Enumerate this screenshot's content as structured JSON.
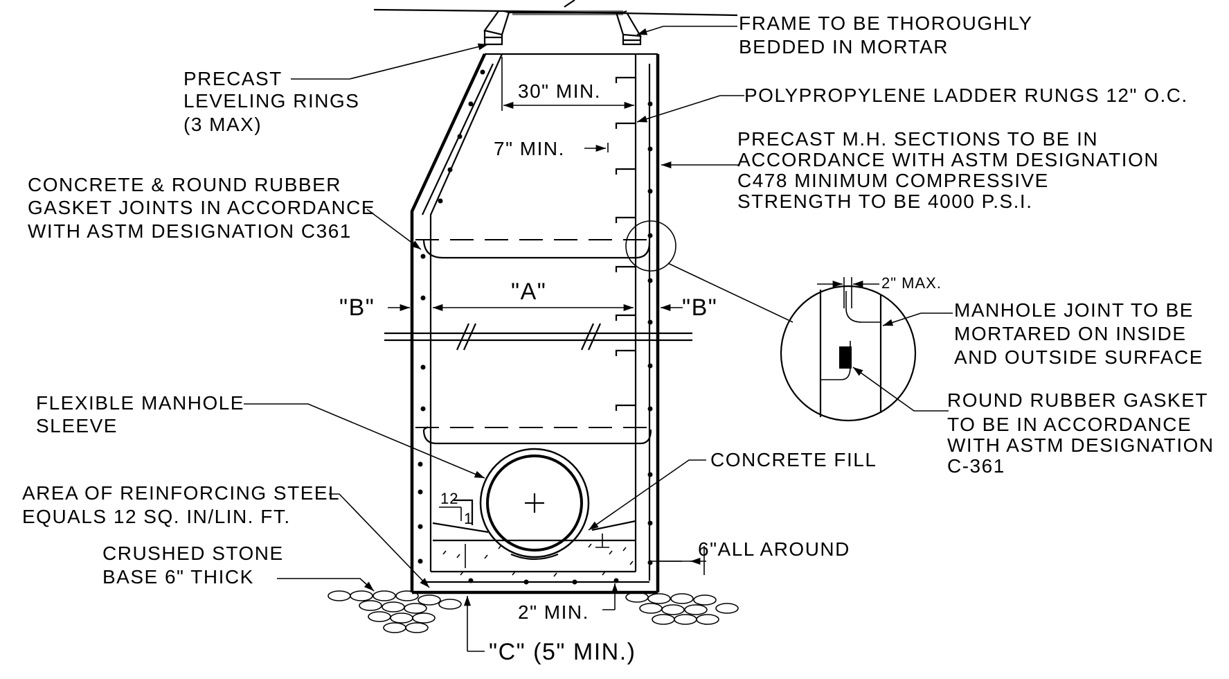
{
  "colors": {
    "line": "#000000",
    "background": "#ffffff"
  },
  "callouts": {
    "frame_line1": "FRAME TO BE THOROUGHLY",
    "frame_line2": "BEDDED IN MORTAR",
    "rings_line1": "PRECAST",
    "rings_line2": "LEVELING RINGS",
    "rings_line3": "(3 MAX)",
    "rungs": "POLYPROPYLENE LADDER RUNGS 12\" O.C.",
    "sections_line1": "PRECAST M.H. SECTIONS TO BE IN",
    "sections_line2": "ACCORDANCE WITH ASTM DESIGNATION",
    "sections_line3": "C478 MINIMUM COMPRESSIVE",
    "sections_line4": "STRENGTH TO BE 4000 P.S.I.",
    "joints_line1": "CONCRETE & ROUND RUBBER",
    "joints_line2": "GASKET JOINTS IN ACCORDANCE",
    "joints_line3": "WITH ASTM DESIGNATION C361",
    "sleeve_line1": "FLEXIBLE MANHOLE",
    "sleeve_line2": "SLEEVE",
    "steel_line1": "AREA OF REINFORCING STEEL",
    "steel_line2": "EQUALS 12 SQ. IN/LIN. FT.",
    "stone_line1": "CRUSHED STONE",
    "stone_line2": "BASE 6\" THICK",
    "concrete_fill": "CONCRETE FILL",
    "all_around": "6\"ALL AROUND",
    "min_2": "2\" MIN.",
    "dim_c": "\"C\" (5\" MIN.)"
  },
  "dimensions": {
    "min_30": "30\" MIN.",
    "min_7": "7\" MIN.",
    "a": "\"A\"",
    "b_left": "\"B\"",
    "b_right": "\"B\"",
    "slope_12": "12",
    "slope_1": "1"
  },
  "detail": {
    "max_2": "2\" MAX.",
    "joint_line1": "MANHOLE JOINT TO BE",
    "joint_line2": "MORTARED ON INSIDE",
    "joint_line3": "AND OUTSIDE SURFACE",
    "gasket_line1": "ROUND RUBBER GASKET",
    "gasket_line2": "TO BE IN ACCORDANCE",
    "gasket_line3": "WITH ASTM DESIGNATION",
    "gasket_line4": "C-361"
  }
}
